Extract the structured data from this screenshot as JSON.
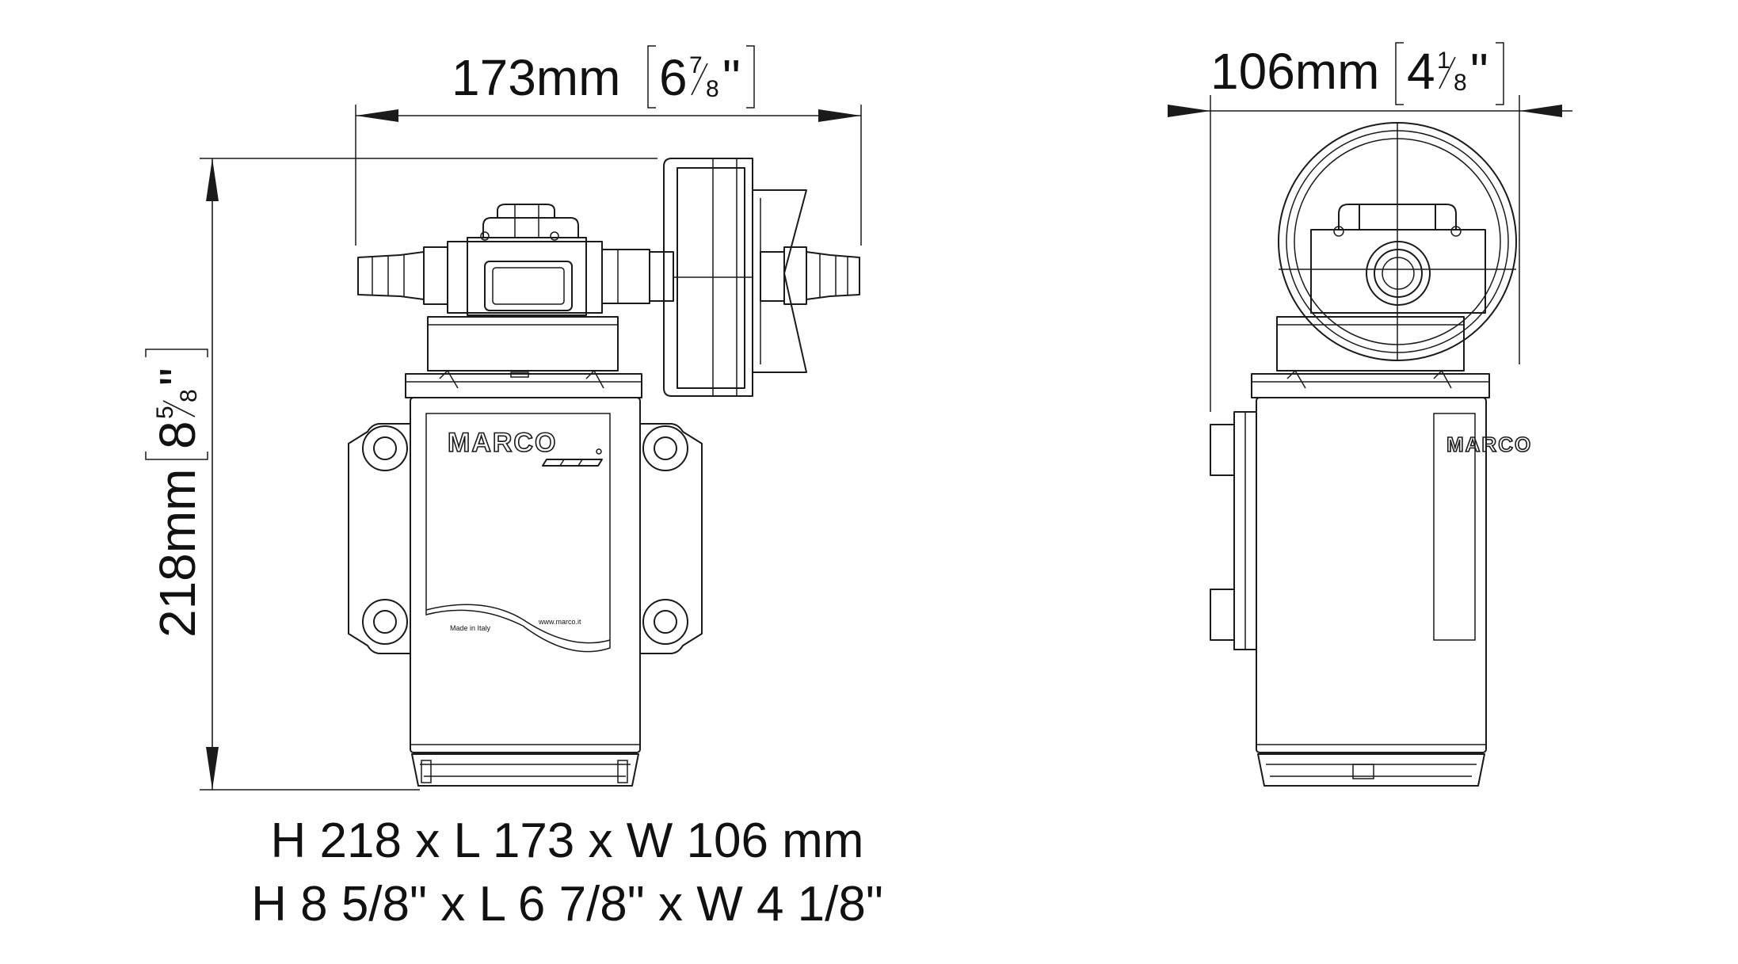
{
  "dimensions": {
    "length": {
      "mm": "173mm",
      "inch_whole": "6",
      "inch_num": "7",
      "inch_den": "8",
      "inch_mark": "\""
    },
    "width": {
      "mm": "106mm",
      "inch_whole": "4",
      "inch_num": "1",
      "inch_den": "8",
      "inch_mark": "\""
    },
    "height": {
      "mm": "218mm",
      "inch_whole": "8",
      "inch_num": "5",
      "inch_den": "8",
      "inch_mark": "\""
    }
  },
  "summary": {
    "metric": "H 218 x L 173 x W 106 mm",
    "imperial": "H 8 5/8\" x L 6 7/8\" x W 4 1/8\""
  },
  "brand": {
    "logo": "MARCO",
    "made_in": "Made in Italy",
    "website": "www.marco.it"
  },
  "colors": {
    "line": "#1a1a1a",
    "background": "#ffffff"
  }
}
